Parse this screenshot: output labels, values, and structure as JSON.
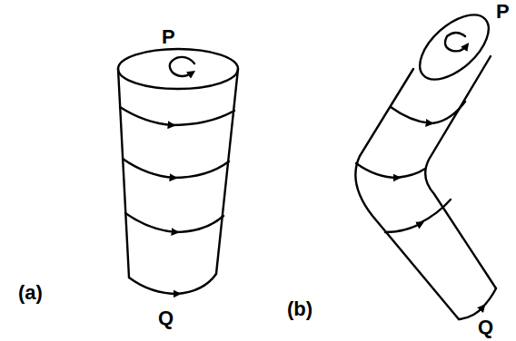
{
  "diagram": {
    "labels": [
      "(a)",
      "P",
      "Q",
      "(b)",
      "P",
      "Q"
    ]
  }
}
